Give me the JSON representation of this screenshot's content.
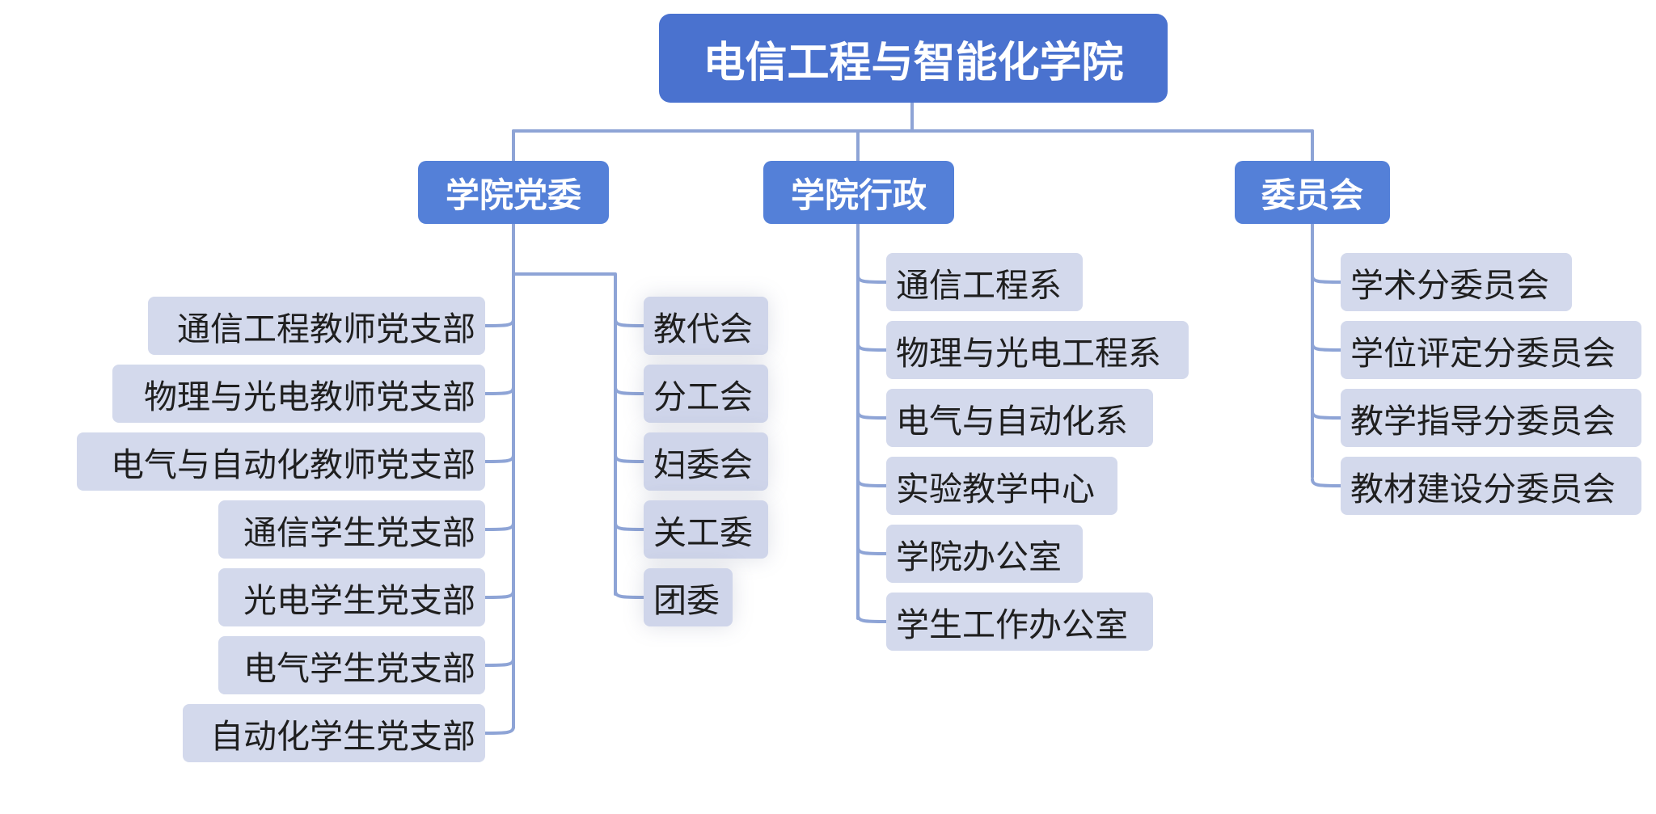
{
  "diagram": {
    "root": {
      "label": "电信工程与智能化学院"
    },
    "categories": [
      {
        "label": "学院党委"
      },
      {
        "label": "学院行政"
      },
      {
        "label": "委员会"
      }
    ],
    "party_branches": [
      "通信工程教师党支部",
      "物理与光电教师党支部",
      "电气与自动化教师党支部",
      "通信学生党支部",
      "光电学生党支部",
      "电气学生党支部",
      "自动化学生党支部"
    ],
    "mass_organizations": [
      "教代会",
      "分工会",
      "妇委会",
      "关工委",
      "团委"
    ],
    "administration": [
      "通信工程系",
      "物理与光电工程系",
      "电气与自动化系",
      "实验教学中心",
      "学院办公室",
      "学生工作办公室"
    ],
    "committees": [
      "学术分委员会",
      "学位评定分委员会",
      "教学指导分委员会",
      "教材建设分委员会"
    ],
    "colors": {
      "root_fill": "#4a72cf",
      "category_fill": "#5480d8",
      "leaf_fill": "#d3d9ec",
      "connector": "#8ea4d6"
    }
  }
}
